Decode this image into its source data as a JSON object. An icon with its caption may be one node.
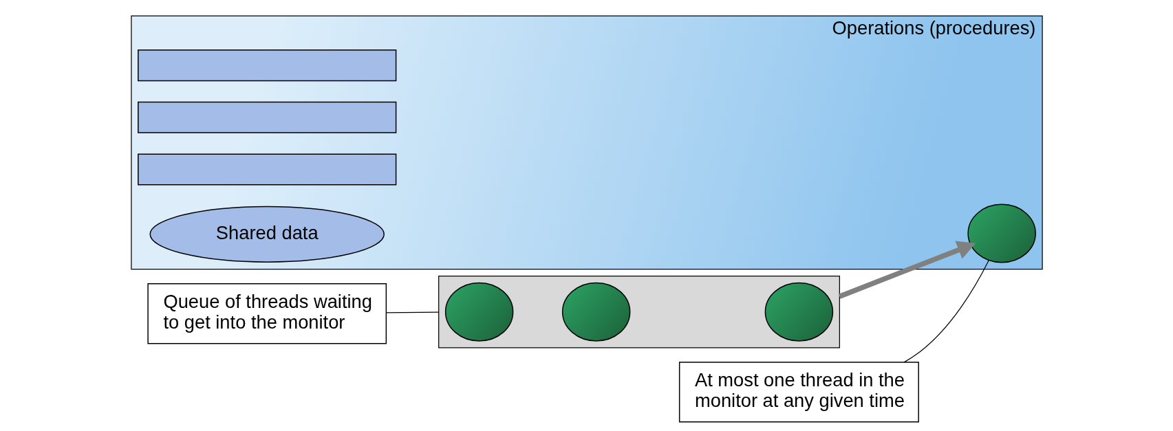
{
  "diagram": {
    "nodes": [
      {
        "text": [
          "Operations (procedures)"
        ]
      },
      {
        "text": [],
        "shape": "bar",
        "in": 0
      },
      {
        "text": [],
        "shape": "bar",
        "in": 0
      },
      {
        "text": [],
        "shape": "bar",
        "in": 0
      },
      {
        "text": [],
        "shape": "circle",
        "in": 0
      },
      {
        "text": [
          "Shared data"
        ],
        "in": 0
      },
      {
        "text": [],
        "shape": "box"
      },
      {
        "text": [],
        "shape": "circle",
        "in": 6
      },
      {
        "text": [],
        "shape": "circle",
        "in": 6
      },
      {
        "text": [],
        "shape": "circle",
        "in": 6
      },
      {
        "text": [
          "At most one thread in the monitor at any given time"
        ]
      },
      {
        "text": [
          "Queue of threads waiting to get into the monitor"
        ]
      }
    ],
    "edges": [
      {
        "from": 6,
        "to": 4,
        "arrow": "to",
        "style": "thick",
        "color": "#808080"
      },
      {
        "from": 10,
        "to": 4,
        "arrow": "none"
      },
      {
        "from": 11,
        "to": 6,
        "arrow": "none"
      }
    ]
  }
}
